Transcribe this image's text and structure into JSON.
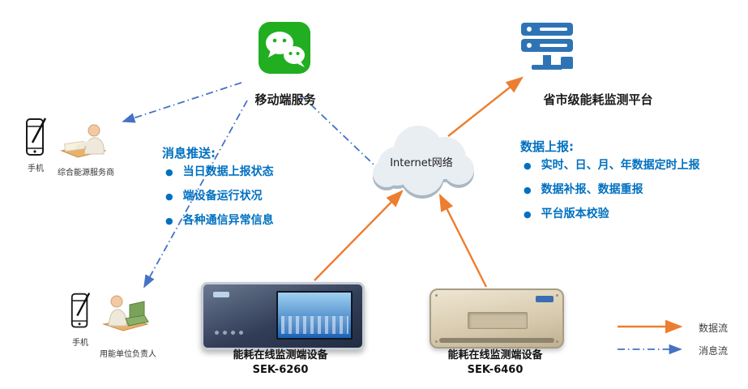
{
  "mobile_service": {
    "label": "移动端服务"
  },
  "platform": {
    "label": "省市级能耗监测平台"
  },
  "cloud": {
    "label": "Internet网络"
  },
  "actors": {
    "service_provider": {
      "phone_label": "手机",
      "label": "综合能源服务商"
    },
    "unit_manager": {
      "phone_label": "手机",
      "label": "用能单位负责人"
    }
  },
  "message_push": {
    "title": "消息推送:",
    "items": [
      "当日数据上报状态",
      "端设备运行状况",
      "各种通信异常信息"
    ]
  },
  "data_report": {
    "title": "数据上报:",
    "items": [
      "实时、日、月、年数据定时上报",
      "数据补报、数据重报",
      "平台版本校验"
    ]
  },
  "devices": [
    {
      "name": "能耗在线监测端设备",
      "model": "SEK-6260"
    },
    {
      "name": "能耗在线监测端设备",
      "model": "SEK-6460"
    }
  ],
  "legend": {
    "data_flow": "数据流",
    "message_flow": "消息流"
  },
  "icons": {
    "wechat": "wechat-icon",
    "platform": "server-platform-icon",
    "cloud": "internet-cloud",
    "phone": "phone-icon",
    "person": "person-icon"
  },
  "colors": {
    "data_flow_orange": "#ED7D31",
    "message_flow_blue": "#4472C4",
    "text_blue": "#0070C0",
    "wechat_green": "#21AE21",
    "platform_blue": "#2E74B5"
  }
}
